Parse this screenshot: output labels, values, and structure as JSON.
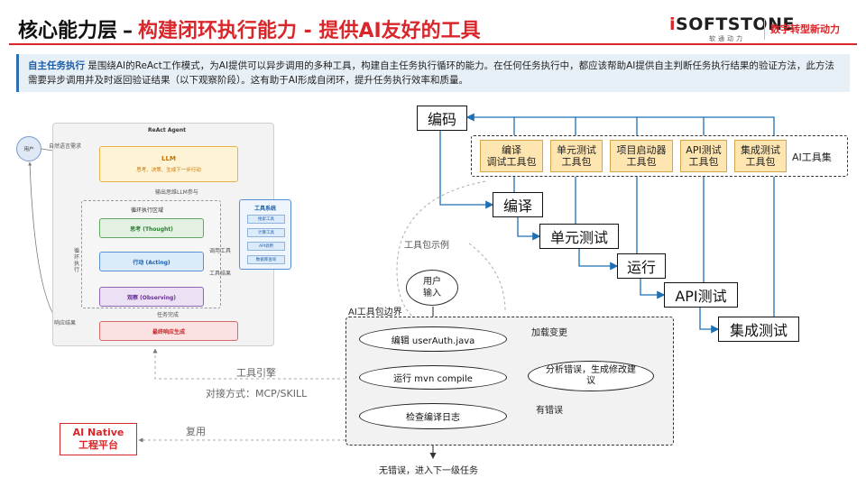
{
  "header": {
    "title_main": "核心能力层",
    "title_dash": "–",
    "title_accent": "构建闭环执行能力 - 提供AI友好的工具",
    "logo_brand_a": "i",
    "logo_brand_b": "SOFTSTONE",
    "logo_sub": "软通动力",
    "logo_slogan": "数字转型新动力"
  },
  "description": {
    "keyword": "自主任务执行",
    "text": " 是围绕AI的ReAct工作模式，为AI提供可以异步调用的多种工具，构建自主任务执行循环的能力。在任何任务执行中，都应该帮助AI提供自主判断任务执行结果的验证方法，此方法需要异步调用并及时返回验证结果（以下观察阶段）。这有助于AI形成自闭环，提升任务执行效率和质量。"
  },
  "react_diagram": {
    "panel_title": "ReAct Agent",
    "user": "用户",
    "natural_request": "自然语言需求",
    "llm_title": "LLM",
    "llm_sub": "思考、决策、生成下一步行动",
    "reasoning_label": "输出思维LLM参与",
    "loop_title": "循环执行区域",
    "loop_side": "循环执行",
    "thought": "思考 (Thought)",
    "acting": "行动 (Acting)",
    "observing": "观察 (Observing)",
    "final": "最终响应生成",
    "task_done": "任务完成",
    "response": "响应结果",
    "call_tool": "调用工具",
    "tool_result": "工具结果",
    "tools_title": "工具系统",
    "tools": [
      "搜索工具",
      "计算工具",
      "API调用",
      "数据库查询"
    ]
  },
  "bottom_left": {
    "engine": "工具引擎",
    "conn": "对接方式：MCP/SKILL",
    "reuse": "复用",
    "platform_line1": "AI Native",
    "platform_line2": "工程平台"
  },
  "pipeline": {
    "stages": [
      "编码",
      "编译",
      "单元测试",
      "运行",
      "API测试",
      "集成测试"
    ],
    "toolset_label": "AI工具集",
    "packages": [
      {
        "line1": "编译",
        "line2": "调试工具包"
      },
      {
        "line1": "单元测试",
        "line2": "工具包"
      },
      {
        "line1": "项目启动器",
        "line2": "工具包"
      },
      {
        "line1": "API测试",
        "line2": "工具包"
      },
      {
        "line1": "集成测试",
        "line2": "工具包"
      }
    ],
    "example_label": "工具包示例"
  },
  "toolpkg": {
    "boundary_label": "AI工具包边界",
    "user_line1": "用户",
    "user_line2": "输入",
    "edit": "编辑 userAuth.java",
    "compile": "运行 mvn compile",
    "check": "检查编译日志",
    "analyze_line1": "分析错误，生成修改建",
    "analyze_line2": "议",
    "load_change": "加载变更",
    "has_error": "有错误",
    "no_error": "无错误，进入下一级任务"
  }
}
